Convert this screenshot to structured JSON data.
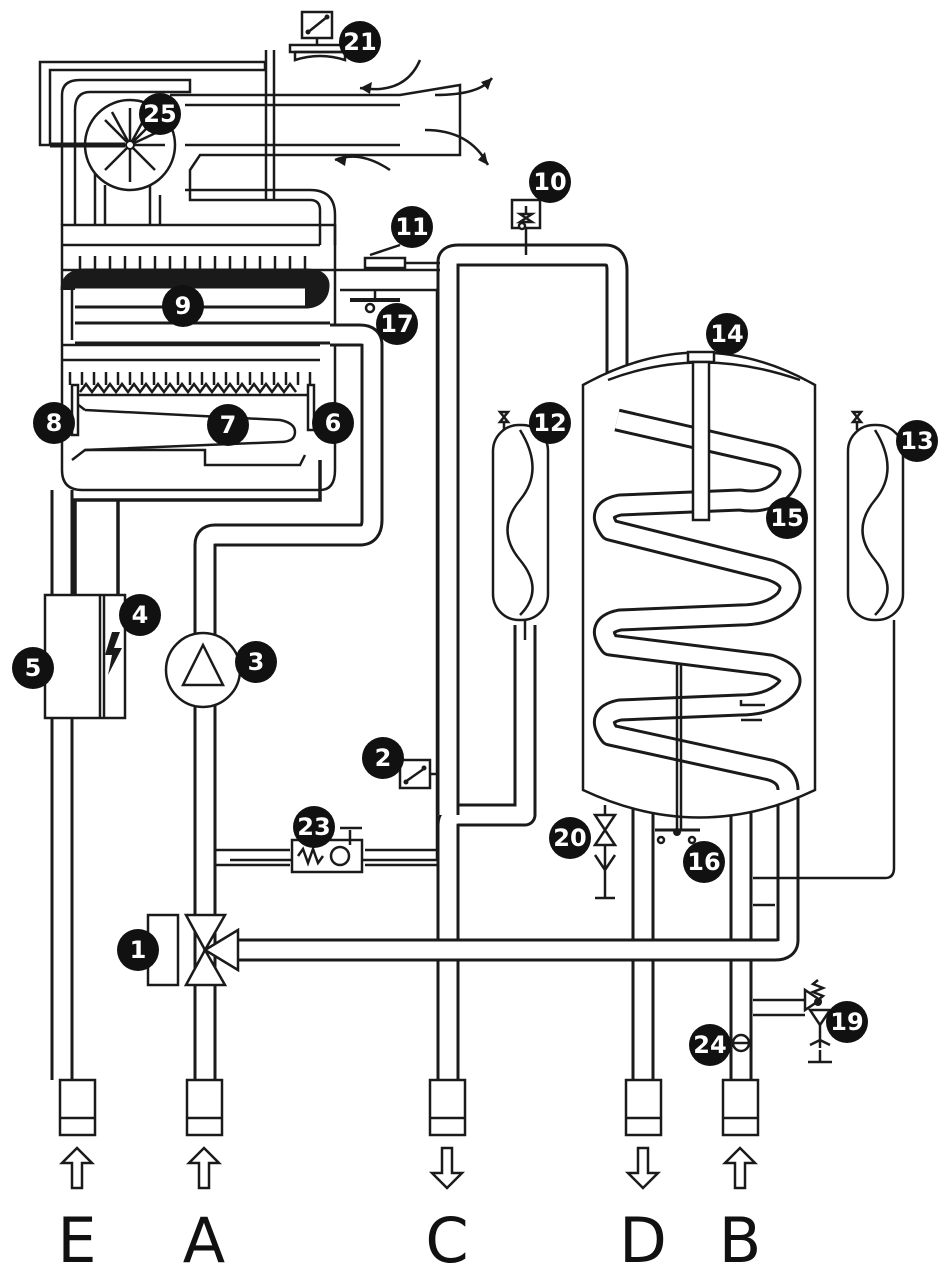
{
  "components": [
    {
      "number": "1"
    },
    {
      "number": "2"
    },
    {
      "number": "3"
    },
    {
      "number": "4"
    },
    {
      "number": "5"
    },
    {
      "number": "6"
    },
    {
      "number": "7"
    },
    {
      "number": "8"
    },
    {
      "number": "9"
    },
    {
      "number": "10"
    },
    {
      "number": "11"
    },
    {
      "number": "12"
    },
    {
      "number": "13"
    },
    {
      "number": "14"
    },
    {
      "number": "15"
    },
    {
      "number": "16"
    },
    {
      "number": "17"
    },
    {
      "number": "19"
    },
    {
      "number": "20"
    },
    {
      "number": "21"
    },
    {
      "number": "23"
    },
    {
      "number": "24"
    },
    {
      "number": "25"
    }
  ],
  "connections": [
    {
      "letter": "E",
      "flow": "in"
    },
    {
      "letter": "A",
      "flow": "in"
    },
    {
      "letter": "C",
      "flow": "out"
    },
    {
      "letter": "D",
      "flow": "out"
    },
    {
      "letter": "B",
      "flow": "in"
    }
  ]
}
